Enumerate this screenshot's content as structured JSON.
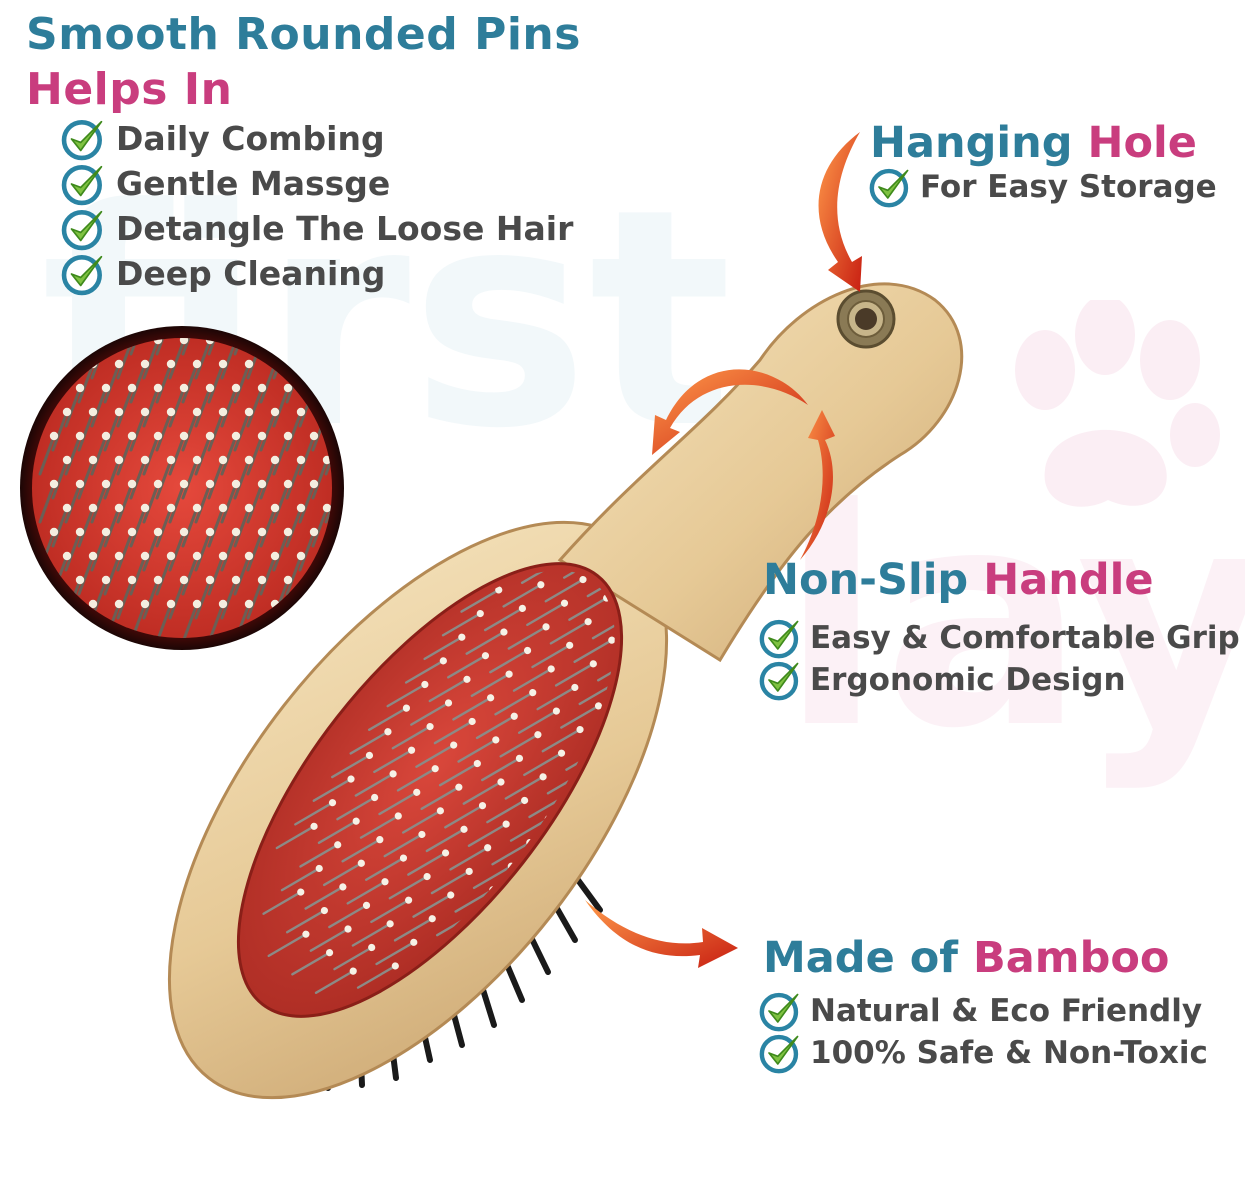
{
  "top_left": {
    "heading": "Smooth Rounded Pins",
    "subheading": "Helps In",
    "items": [
      "Daily Combing",
      "Gentle Massge",
      "Detangle The Loose Hair",
      "Deep Cleaning"
    ]
  },
  "hanging": {
    "title_part1": "Hanging",
    "title_part2": "Hole",
    "items": [
      "For Easy Storage"
    ]
  },
  "handle": {
    "title_part1": "Non-Slip",
    "title_part2": "Handle",
    "items": [
      "Easy & Comfortable Grip",
      "Ergonomic Design"
    ]
  },
  "material": {
    "title_part1": "Made of",
    "title_part2": "Bamboo",
    "items": [
      "Natural & Eco Friendly",
      "100% Safe & Non-Toxic"
    ]
  },
  "watermark": {
    "line1": "first",
    "line2": "lay"
  },
  "colors": {
    "teal": "#2e7d9a",
    "pink": "#c93d7e",
    "text_gray": "#4a4a4a",
    "arrow_red": "#d8321e",
    "pad_red": "#c8342a",
    "wood": "#e8cc98"
  }
}
